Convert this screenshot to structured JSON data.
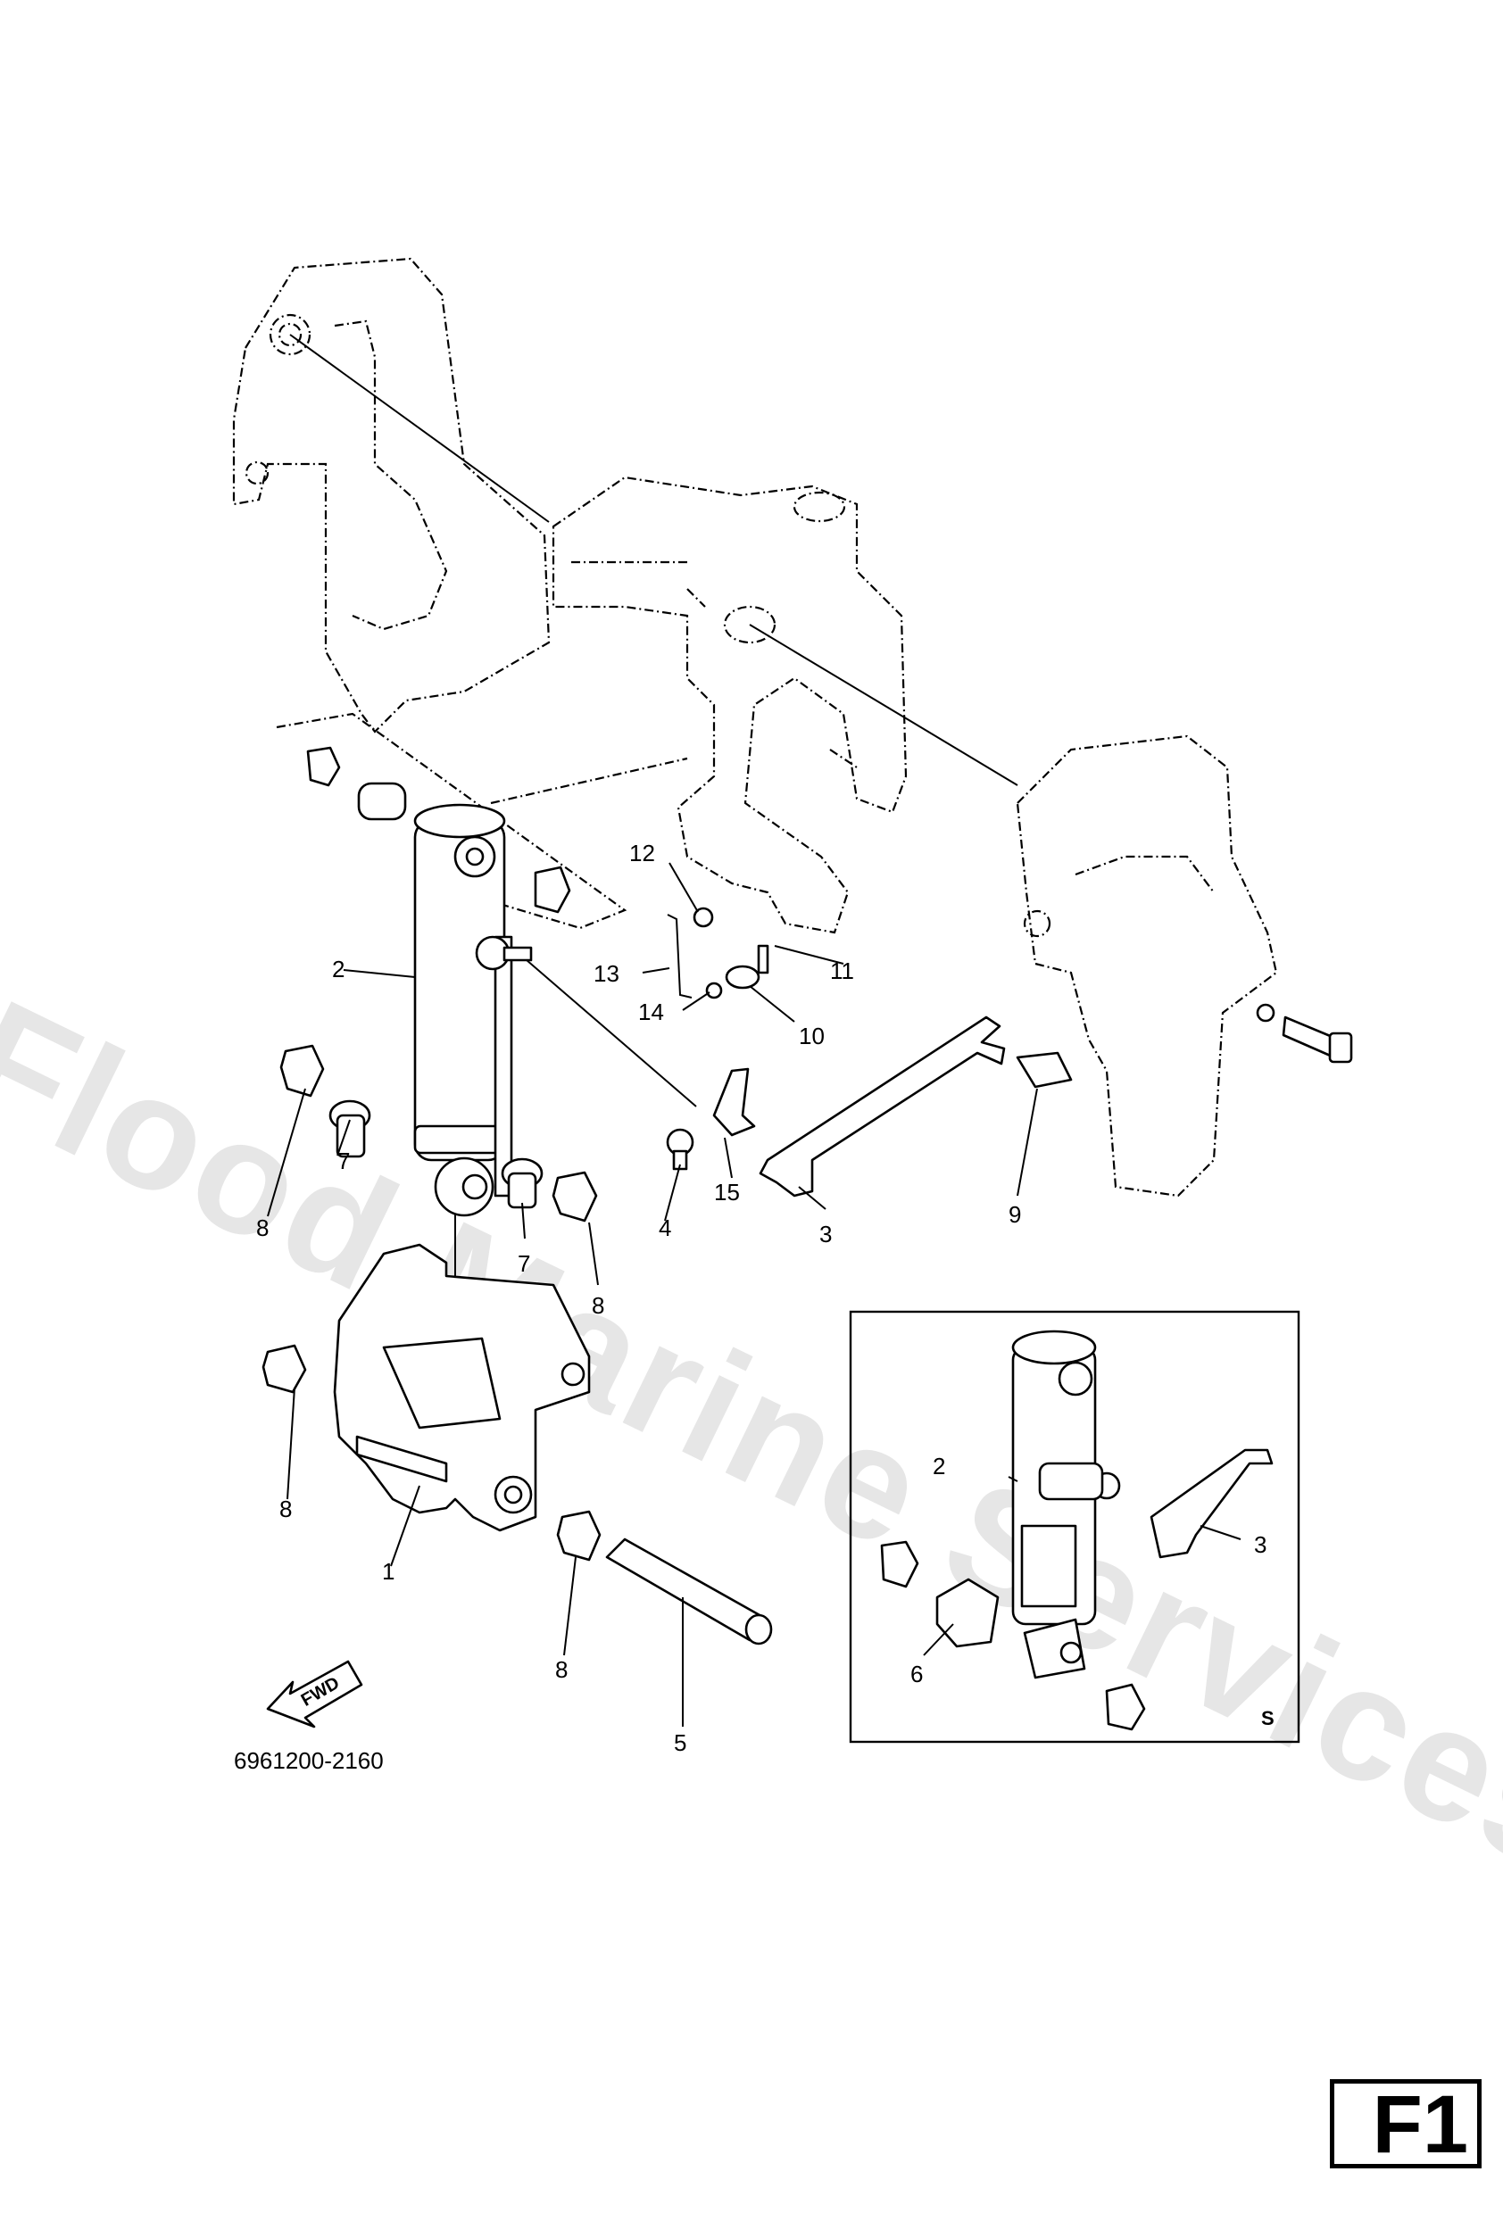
{
  "watermark": "Flood Marine Services",
  "callouts": {
    "c1": "1",
    "c2": "2",
    "c3": "3",
    "c4": "4",
    "c5": "5",
    "c6": "6",
    "c7": "7",
    "c8": "8",
    "c9": "9",
    "c10": "10",
    "c11": "11",
    "c12": "12",
    "c13": "13",
    "c14": "14",
    "c15": "15"
  },
  "arrow_label": "FWD",
  "diagram_code": "6961200-2160",
  "inset_marker": "S",
  "section_label": "F1"
}
